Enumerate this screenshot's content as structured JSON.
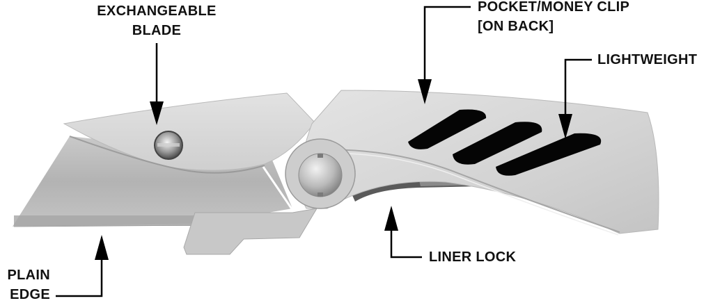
{
  "title": "Utility knife feature callouts",
  "colors": {
    "background": "#ffffff",
    "label": "#111111",
    "arrow": "#000000",
    "steel_light": "#d9d9d9",
    "steel_mid": "#bdbdbd",
    "steel_dark": "#8e8e8e",
    "blade": "#b8b8b8",
    "cutout": "#050505"
  },
  "callouts": [
    {
      "id": "exchangeable-blade",
      "lines": [
        "EXCHANGEABLE",
        "BLADE"
      ],
      "points_to": "blade screw"
    },
    {
      "id": "pocket-money-clip",
      "lines": [
        "POCKET/MONEY CLIP",
        "[ON BACK]"
      ],
      "points_to": "handle top"
    },
    {
      "id": "lightweight",
      "lines": [
        "LIGHTWEIGHT"
      ],
      "points_to": "handle cutouts"
    },
    {
      "id": "liner-lock",
      "lines": [
        "LINER LOCK"
      ],
      "points_to": "lock under pivot"
    },
    {
      "id": "plain-edge",
      "lines": [
        "PLAIN",
        "EDGE"
      ],
      "points_to": "blade edge"
    }
  ]
}
